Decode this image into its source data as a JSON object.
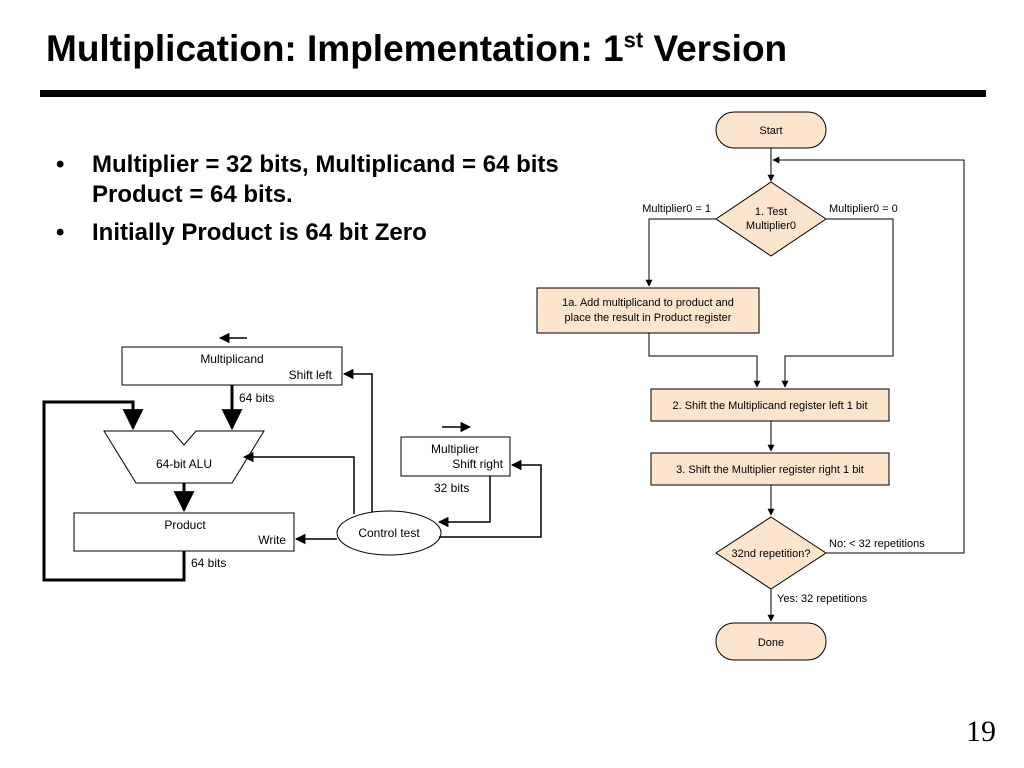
{
  "slide": {
    "title_main": "Multiplication:  Implementation: 1",
    "title_sup": "st",
    "title_end": " Version",
    "bullets": [
      {
        "line1": "Multiplier = 32 bits, Multiplicand = 64 bits",
        "line2": "Product = 64 bits."
      },
      {
        "line1": "Initially Product is 64 bit Zero"
      }
    ],
    "page_number": "19"
  },
  "hardware": {
    "multiplicand_label": "Multiplicand",
    "multiplicand_shift": "Shift left",
    "multiplicand_bits": "64 bits",
    "alu_label": "64-bit ALU",
    "product_label": "Product",
    "product_write": "Write",
    "product_bits": "64 bits",
    "multiplier_label": "Multiplier",
    "multiplier_shift": "Shift right",
    "multiplier_bits": "32 bits",
    "control_label": "Control test"
  },
  "flowchart": {
    "start": "Start",
    "test_line1": "1. Test",
    "test_line2": "Multiplier0",
    "branch_left": "Multiplier0 = 1",
    "branch_right": "Multiplier0 = 0",
    "step1a_line1": "1a. Add multiplicand to product and",
    "step1a_line2": "place the result in Product register",
    "step2": "2. Shift the Multiplicand register left 1 bit",
    "step3": "3. Shift the Multiplier register right 1 bit",
    "repeat_test": "32nd repetition?",
    "repeat_no": "No:  < 32 repetitions",
    "repeat_yes": "Yes:  32 repetitions",
    "done": "Done"
  },
  "colors": {
    "flow_fill": "#fde4cc"
  }
}
